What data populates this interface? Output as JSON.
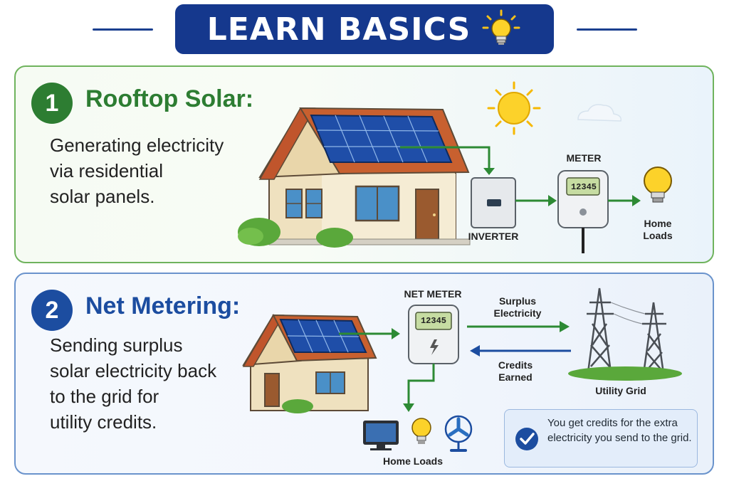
{
  "header": {
    "title": "LEARN BASICS"
  },
  "section1": {
    "number": "1",
    "title": "Rooftop Solar:",
    "description": "Generating electricity\nvia residential\nsolar panels.",
    "labels": {
      "meter": "METER",
      "inverter": "INVERTER",
      "home_loads": "Home\nLoads",
      "meter_display": "12345"
    }
  },
  "section2": {
    "number": "2",
    "title": "Net Metering:",
    "description": "Sending surplus\nsolar electricity back\nto the grid for\nutility credits.",
    "labels": {
      "net_meter": "NET METER",
      "meter_display": "12345",
      "surplus": "Surplus\nElectricity",
      "credits": "Credits\nEarned",
      "utility_grid": "Utility Grid",
      "home_loads": "Home Loads"
    },
    "note": "You get credits for the extra electricity you send to the grid."
  },
  "colors": {
    "banner": "#15388d",
    "green_accent": "#2d7d32",
    "blue_accent": "#1c4da0",
    "panel1_border": "#6fb35d",
    "panel2_border": "#6a93cc"
  },
  "icons": [
    "lightbulb-icon",
    "sun-icon",
    "cloud-icon",
    "house-icon",
    "solar-panel-icon",
    "inverter-icon",
    "meter-icon",
    "transmission-tower-icon",
    "monitor-icon",
    "fan-icon",
    "checkmark-icon"
  ]
}
